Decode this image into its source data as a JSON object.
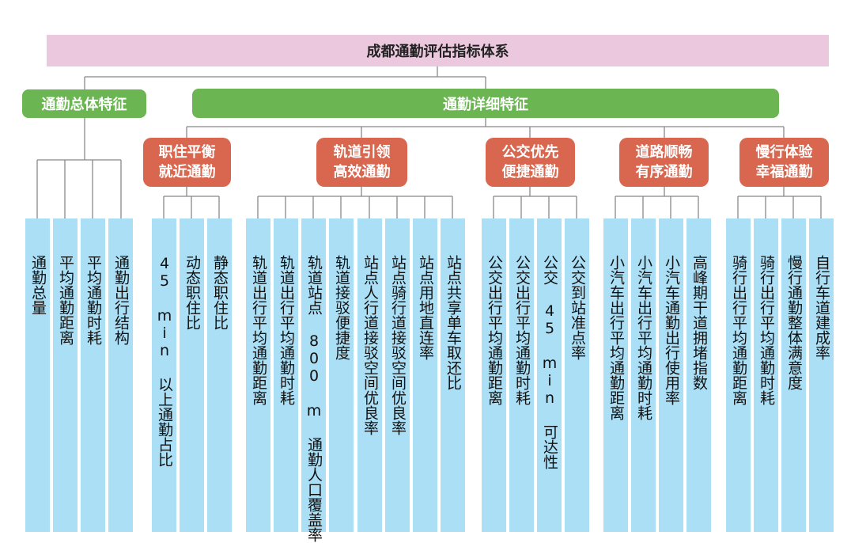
{
  "root": {
    "label": "成都通勤评估指标体系"
  },
  "categories": [
    {
      "label": "通勤总体特征"
    },
    {
      "label": "通勤详细特征"
    }
  ],
  "subcategories": [
    {
      "label": "职住平衡\n就近通勤"
    },
    {
      "label": "轨道引领\n高效通勤"
    },
    {
      "label": "公交优先\n便捷通勤"
    },
    {
      "label": "道路顺畅\n有序通勤"
    },
    {
      "label": "慢行体验\n幸福通勤"
    }
  ],
  "indicators": [
    "通勤总量",
    "平均通勤距离",
    "平均通勤时耗",
    "通勤出行结构",
    "45 min 以上通勤占比",
    "动态职住比",
    "静态职住比",
    "轨道出行平均通勤距离",
    "轨道出行平均通勤时耗",
    "轨道站点 800 m 通勤人口覆盖率",
    "轨道接驳便捷度",
    "站点人行道接驳空间优良率",
    "站点骑行道接驳空间优良率",
    "站点用地直连率",
    "站点共享单车取还比",
    "公交出行平均通勤距离",
    "公交出行平均通勤时耗",
    "公交 45 min 可达性",
    "公交到站准点率",
    "小汽车出行平均通勤距离",
    "小汽车出行平均通勤时耗",
    "小汽车通勤出行使用率",
    "高峰期干道拥堵指数",
    "骑行出行平均通勤距离",
    "骑行出行平均通勤时耗",
    "慢行通勤整体满意度",
    "自行车道建成率"
  ],
  "colors": {
    "root": "#ecc8df",
    "category": "#6bb552",
    "subcategory": "#d9664e",
    "indicator": "#aadff6",
    "connector": "#888888"
  }
}
